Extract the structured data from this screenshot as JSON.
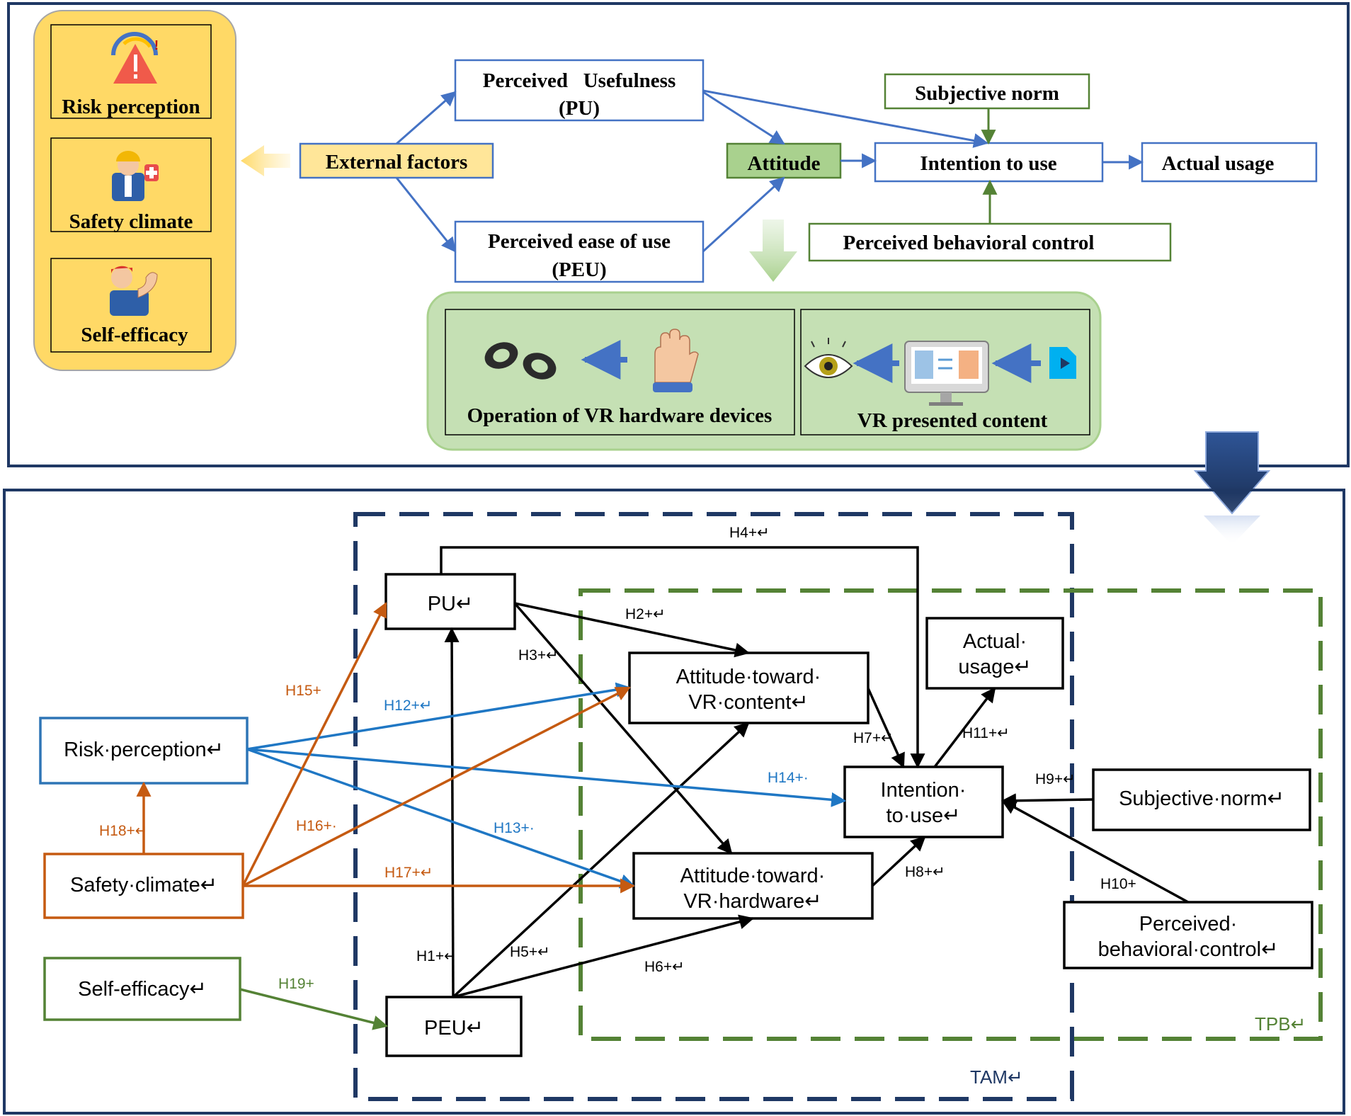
{
  "top_panel": {
    "left_group": [
      {
        "label": "Risk perception",
        "icon": "warning-gauge-icon"
      },
      {
        "label": "Safety climate",
        "icon": "safety-worker-icon"
      },
      {
        "label": "Self-efficacy",
        "icon": "strong-worker-icon"
      }
    ],
    "external_factors": "External factors",
    "pu": [
      "Perceived   Usefulness",
      "(PU)"
    ],
    "peu": [
      "Perceived ease of use",
      "(PEU)"
    ],
    "attitude": "Attitude",
    "subjective_norm": "Subjective norm",
    "intention": "Intention to use",
    "actual_usage": "Actual usage",
    "pbc": "Perceived behavioral control",
    "vr_hardware": "Operation of VR hardware devices",
    "vr_content": "VR presented content",
    "icons": [
      "vr-controllers-icon",
      "hand-icon",
      "eye-icon",
      "monitor-icon",
      "video-file-icon"
    ]
  },
  "bottom_panel": {
    "nodes": {
      "pu": "PU↵",
      "peu": "PEU↵",
      "att_content": [
        "Attitude·toward·",
        "VR·content↵"
      ],
      "att_hardware": [
        "Attitude·toward·",
        "VR·hardware↵"
      ],
      "actual": [
        "Actual·",
        "usage↵"
      ],
      "intention": [
        "Intention·",
        "to·use↵"
      ],
      "subjective": "Subjective·norm↵",
      "pbc": [
        "Perceived·",
        "behavioral·control↵"
      ],
      "risk": "Risk·perception↵",
      "safety": "Safety·climate↵",
      "efficacy": "Self-efficacy↵"
    },
    "tam_label": "TAM↵",
    "tpb_label": "TPB↵",
    "hypotheses": {
      "h1": "H1+↵",
      "h2": "H2+↵",
      "h3": "H3+↵",
      "h4": "H4+↵",
      "h5": "H5+↵",
      "h6": "H6+↵",
      "h7": "H7+↵",
      "h8": "H8+↵",
      "h9": "H9+↵",
      "h10": "H10+",
      "h11": "H11+↵",
      "h12": "H12+↵",
      "h13": "H13+·",
      "h14": "H14+·",
      "h15": "H15+",
      "h16": "H16+·",
      "h17": "H17+↵",
      "h18": "H18+↵",
      "h19": "H19+"
    }
  },
  "colors": {
    "navy": "#1f3864",
    "blue": "#4472c4",
    "green": "#548235",
    "orange": "#c55a11",
    "light_green": "#a9d18e",
    "yellow": "#ffd966",
    "arrow_blue": "#1f77c4"
  }
}
